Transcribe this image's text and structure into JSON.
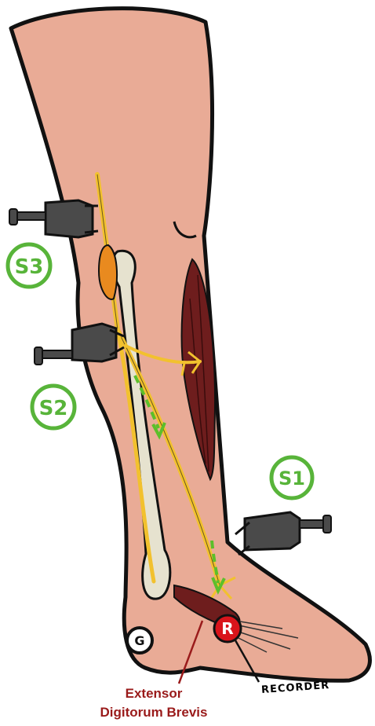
{
  "labels": {
    "s3": "S3",
    "s2": "S2",
    "s1": "S1",
    "ground": "G",
    "recorder_marker": "R",
    "recorder": "RECORDER",
    "muscle_line1": "Extensor",
    "muscle_line2": "Digitorum Brevis"
  },
  "colors": {
    "skin": "#e9ab96",
    "outline": "#111111",
    "nerve": "#f2c12e",
    "nerve_highlight": "#e98a1f",
    "bone": "#e6e2cf",
    "muscle": "#6e1d1d",
    "electrode": "#4a4a4a",
    "stim_label": "#58b43a",
    "recorder_marker": "#d9141b",
    "muscle_label": "#9a1b1b",
    "arrow": "#5cbf2a"
  }
}
